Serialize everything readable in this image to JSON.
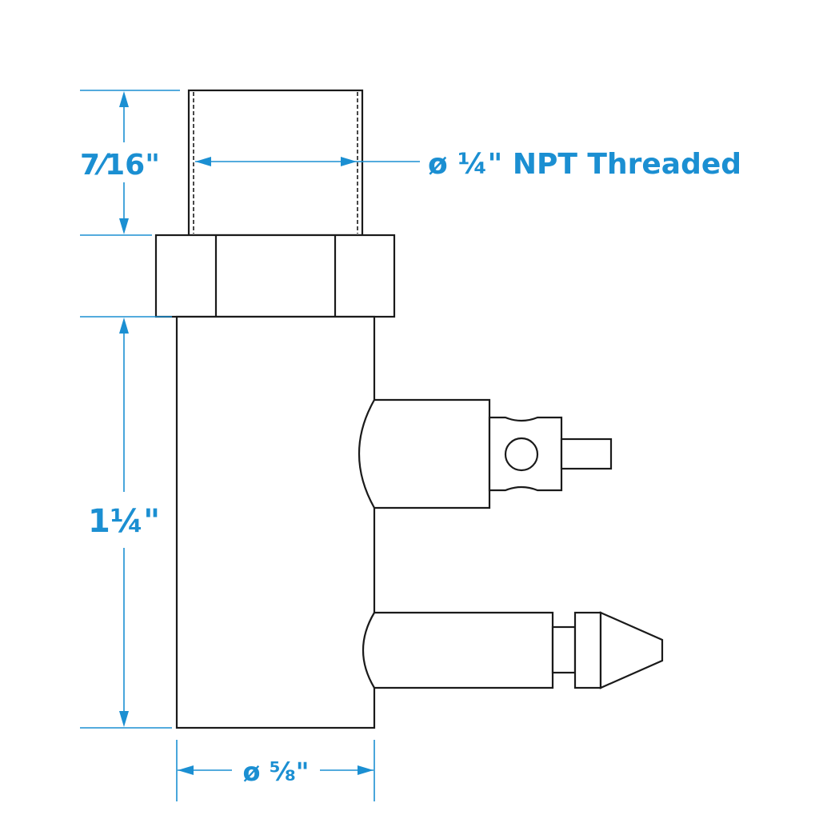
{
  "colors": {
    "dimension": "#1b8fd2",
    "outline": "#1a1a1a"
  },
  "dimensions": {
    "thread_length": "7⁄16\"",
    "body_length": "1¼\"",
    "body_diameter": "ø ⅝\"",
    "thread_spec": "ø ¼\" NPT Threaded"
  }
}
